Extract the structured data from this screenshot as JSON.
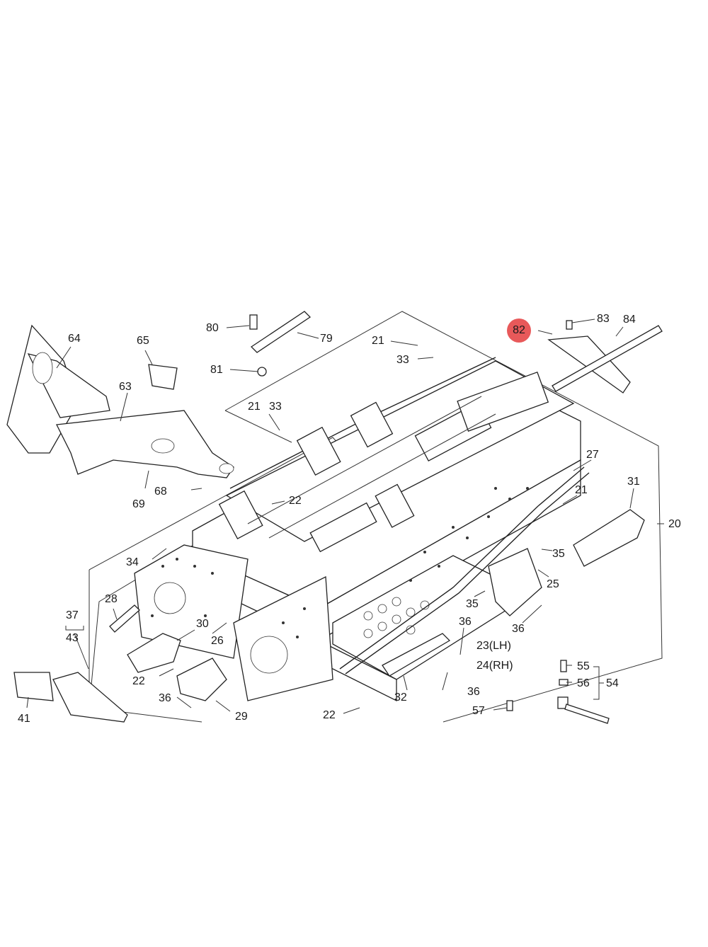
{
  "diagram": {
    "highlight_color": "#e8595a",
    "highlighted_callout": "82",
    "callouts": {
      "c80": "80",
      "c79": "79",
      "c81": "81",
      "c21a": "21",
      "c33a": "33",
      "c82": "82",
      "c83": "83",
      "c84": "84",
      "c64": "64",
      "c65": "65",
      "c63": "63",
      "c21b": "21",
      "c33b": "33",
      "c27": "27",
      "c21c": "21",
      "c31": "31",
      "c20": "20",
      "c68": "68",
      "c69": "69",
      "c22a": "22",
      "c34": "34",
      "c35a": "35",
      "c25": "25",
      "c28": "28",
      "c35b": "35",
      "c37": "37",
      "c43": "43",
      "c30": "30",
      "c26": "26",
      "c36a": "36",
      "c36b": "36",
      "c23": "23(LH)",
      "c24": "24(RH)",
      "c22b": "22",
      "c55": "55",
      "c56": "56",
      "c54": "54",
      "c36c": "36",
      "c36d": "36",
      "c32": "32",
      "c41": "41",
      "c29": "29",
      "c22c": "22",
      "c57": "57"
    }
  }
}
